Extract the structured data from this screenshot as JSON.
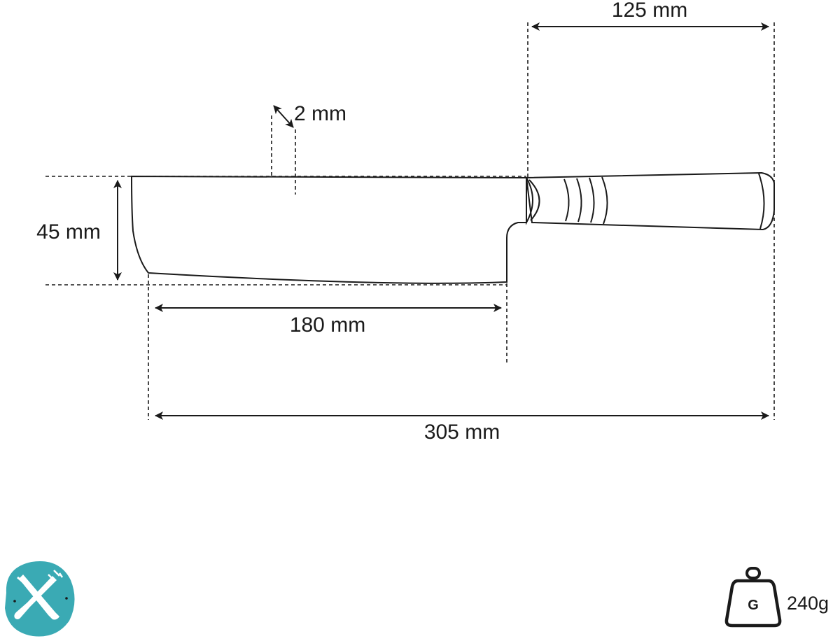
{
  "dimensions": {
    "handle_length": "125 mm",
    "blade_thickness": "2 mm",
    "blade_height": "45 mm",
    "blade_length": "180 mm",
    "total_length": "305 mm"
  },
  "weight": {
    "icon_letter": "G",
    "value": "240g"
  },
  "icons": {
    "logo": "knife-fork-logo-icon",
    "weight": "kettlebell-weight-icon"
  },
  "colors": {
    "line": "#1a1a1a",
    "logo_teal": "#3aaab4",
    "background": "#ffffff"
  }
}
